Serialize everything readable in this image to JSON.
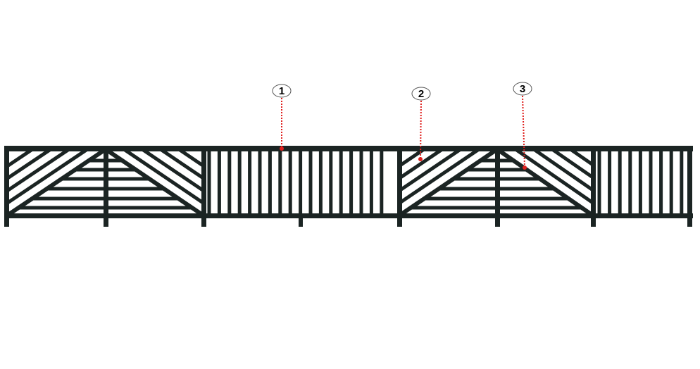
{
  "diagram": {
    "colors": {
      "background": "#ffffff",
      "railing": "#1b2423",
      "leader": "#e0201e",
      "callout_stroke": "#555555",
      "callout_fill": "#ffffff",
      "callout_text": "#000000"
    },
    "callouts": [
      {
        "label": "1",
        "target": "top-rail-vertical-panel"
      },
      {
        "label": "2",
        "target": "diagonal-slats-left-half"
      },
      {
        "label": "3",
        "target": "diagonal-slats-right-half"
      }
    ]
  }
}
